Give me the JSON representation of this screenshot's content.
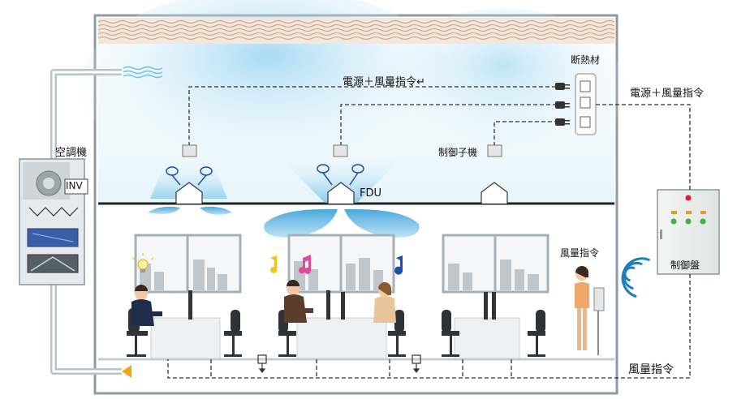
{
  "labels": {
    "insulation": "断熱材",
    "power_command_ceiling": "電源＋風量指令↵",
    "power_command_right": "電源＋風量指令",
    "air_handler": "空調機",
    "inv": "INV",
    "controller_unit": "制御子機",
    "fdu": "FDU",
    "airflow_command_person": "風量指令",
    "airflow_command_floor": "風量指令",
    "control_panel": "制御盤"
  },
  "colors": {
    "building_frame": "#8f9aa3",
    "insulation_fill": "#f3e6da",
    "insulation_wave": "#c9a287",
    "ceiling_air": "#8fd0ef",
    "duct": "#b9c3ca",
    "signal_line": "#333333",
    "panel": "#e9eceb",
    "lamp_red": "#e02020",
    "lamp_orange": "#f09a1a",
    "lamp_green": "#45b040",
    "note_yellow": "#f2c318",
    "note_pink": "#e04a9a",
    "note_blue": "#1d4fb0",
    "arrow_orange": "#f3a316"
  },
  "icons": [
    "lightbulb-icon",
    "music-note-icon",
    "wifi-signal-icon",
    "plug-icon"
  ]
}
